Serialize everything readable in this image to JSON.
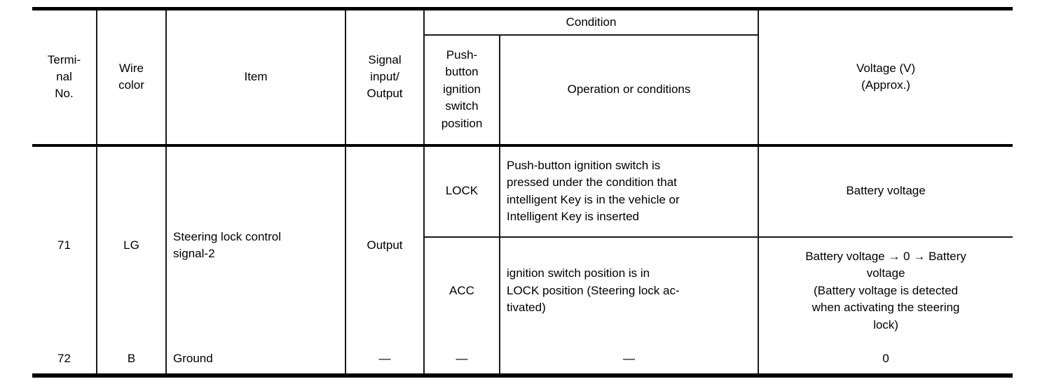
{
  "header": {
    "terminal_no": "Termi-\nnal\nNo.",
    "wire_color": "Wire\ncolor",
    "item": "Item",
    "signal_io": "Signal\ninput/\nOutput",
    "condition": "Condition",
    "switch_position": "Push-\nbutton\nignition\nswitch\nposition",
    "operation": "Operation or conditions",
    "voltage": "Voltage (V)\n(Approx.)"
  },
  "rows": {
    "r71": {
      "terminal": "71",
      "wire_color": "LG",
      "item": "Steering lock control\nsignal-2",
      "signal_io": "Output",
      "conditions": [
        {
          "position": "LOCK",
          "operation": "Push-button ignition switch is\npressed under the condition that\nintelligent Key is in the vehicle or\nIntelligent Key is inserted",
          "voltage": "Battery voltage"
        },
        {
          "position": "ACC",
          "operation": "ignition switch position is in\nLOCK position (Steering lock ac-\ntivated)",
          "voltage": "Battery voltage → 0 → Battery\nvoltage\n(Battery voltage is detected\nwhen activating the steering\nlock)"
        }
      ]
    },
    "r72": {
      "terminal": "72",
      "wire_color": "B",
      "item": "Ground",
      "signal_io": "—",
      "position": "—",
      "operation": "—",
      "voltage": "0"
    }
  },
  "colors": {
    "line": "#000000",
    "text": "#000000",
    "background": "#ffffff"
  }
}
